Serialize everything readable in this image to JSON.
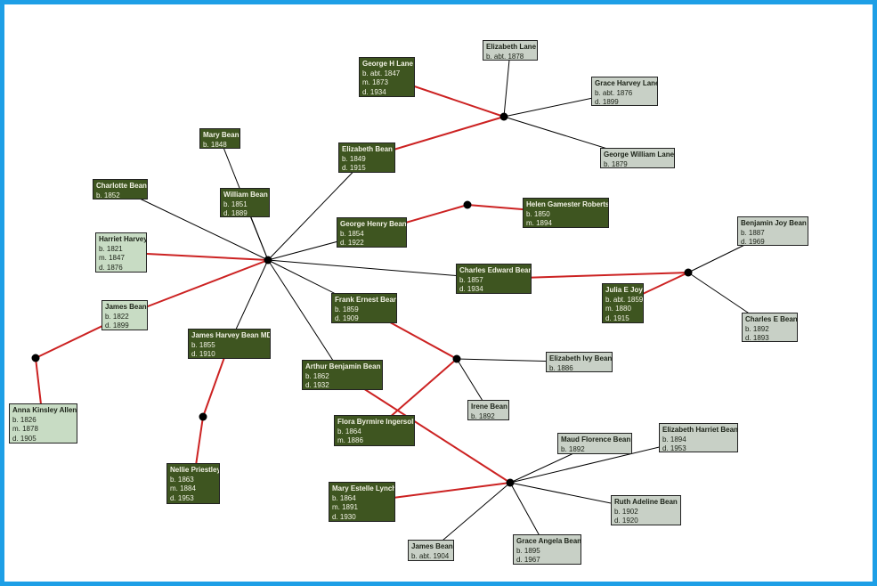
{
  "colors": {
    "frame": "#1e9fe6",
    "spouse_link": "#cc2222",
    "child_link": "#000000",
    "dark_node": "#3e5520",
    "light_node": "#c8d0c6"
  },
  "people": [
    {
      "id": "george-h-lane",
      "name": "George H Lane",
      "lines": [
        "b. abt. 1847",
        "m. 1873",
        "d. 1934"
      ]
    },
    {
      "id": "elizabeth-lane",
      "name": "Elizabeth Lane",
      "lines": [
        "b. abt. 1878"
      ]
    },
    {
      "id": "grace-harvey-lane",
      "name": "Grace Harvey Lane",
      "lines": [
        "b. abt. 1876",
        "d. 1899"
      ]
    },
    {
      "id": "george-william-lane",
      "name": "George William Lane",
      "lines": [
        "b. 1879"
      ]
    },
    {
      "id": "mary-bean",
      "name": "Mary Bean",
      "lines": [
        "b. 1848"
      ]
    },
    {
      "id": "elizabeth-bean",
      "name": "Elizabeth Bean",
      "lines": [
        "b. 1849",
        "d. 1915"
      ]
    },
    {
      "id": "charlotte-bean",
      "name": "Charlotte Bean",
      "lines": [
        "b. 1852"
      ]
    },
    {
      "id": "william-bean",
      "name": "William Bean",
      "lines": [
        "b. 1851",
        "d. 1889"
      ]
    },
    {
      "id": "george-henry-bean",
      "name": "George Henry Bean",
      "lines": [
        "b. 1854",
        "d. 1922"
      ]
    },
    {
      "id": "helen-gamester-roberts",
      "name": "Helen Gamester Roberts",
      "lines": [
        "b. 1850",
        "m. 1894"
      ]
    },
    {
      "id": "harriet-harvey",
      "name": "Harriet Harvey",
      "lines": [
        "b. 1821",
        "m. 1847",
        "d. 1876"
      ]
    },
    {
      "id": "charles-edward-bean",
      "name": "Charles Edward Bean",
      "lines": [
        "b. 1857",
        "d. 1934"
      ]
    },
    {
      "id": "benjamin-joy-bean",
      "name": "Benjamin Joy Bean",
      "lines": [
        "b. 1887",
        "d. 1969"
      ]
    },
    {
      "id": "julia-e-joy",
      "name": "Julia E Joy",
      "lines": [
        "b. abt. 1859",
        "m. 1880",
        "d. 1915"
      ]
    },
    {
      "id": "james-bean-1822",
      "name": "James Bean",
      "lines": [
        "b. 1822",
        "d. 1899"
      ]
    },
    {
      "id": "frank-ernest-bean",
      "name": "Frank Ernest Bean",
      "lines": [
        "b. 1859",
        "d. 1909"
      ]
    },
    {
      "id": "charles-e-bean",
      "name": "Charles E Bean",
      "lines": [
        "b. 1892",
        "d. 1893"
      ]
    },
    {
      "id": "james-harvey-bean-md",
      "name": "James Harvey Bean MD",
      "lines": [
        "b. 1855",
        "d. 1910"
      ]
    },
    {
      "id": "elizabeth-ivy-bean",
      "name": "Elizabeth Ivy Bean",
      "lines": [
        "b. 1886"
      ]
    },
    {
      "id": "arthur-benjamin-bean",
      "name": "Arthur Benjamin Bean",
      "lines": [
        "b. 1862",
        "d. 1932"
      ]
    },
    {
      "id": "irene-bean",
      "name": "Irene Bean",
      "lines": [
        "b. 1892"
      ]
    },
    {
      "id": "anna-kinsley-allen",
      "name": "Anna Kinsley Allen",
      "lines": [
        "b. 1826",
        "m. 1878",
        "d. 1905"
      ]
    },
    {
      "id": "flora-byrmire-ingersoll",
      "name": "Flora Byrmire Ingersoll",
      "lines": [
        "b. 1864",
        "m. 1886"
      ]
    },
    {
      "id": "maud-florence-bean",
      "name": "Maud Florence Bean",
      "lines": [
        "b. 1892"
      ]
    },
    {
      "id": "elizabeth-harriet-bean",
      "name": "Elizabeth Harriet Bean",
      "lines": [
        "b. 1894",
        "d. 1953"
      ]
    },
    {
      "id": "nellie-priestley",
      "name": "Nellie Priestley",
      "lines": [
        "b. 1863",
        "m. 1884",
        "d. 1953"
      ]
    },
    {
      "id": "mary-estelle-lynch",
      "name": "Mary Estelle Lynch",
      "lines": [
        "b. 1864",
        "m. 1891",
        "d. 1930"
      ]
    },
    {
      "id": "ruth-adeline-bean",
      "name": "Ruth Adeline Bean",
      "lines": [
        "b. 1902",
        "d. 1920"
      ]
    },
    {
      "id": "james-bean-1904",
      "name": "James Bean",
      "lines": [
        "b. abt. 1904"
      ]
    },
    {
      "id": "grace-angela-bean",
      "name": "Grace Angela Bean",
      "lines": [
        "b. 1895",
        "d. 1967"
      ]
    }
  ]
}
